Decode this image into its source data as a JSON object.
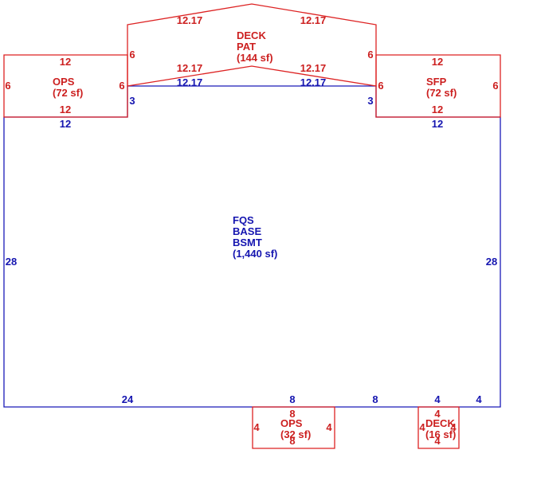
{
  "colors": {
    "main_structure": "#1a1ab8",
    "additions": "#dd2222"
  },
  "main_area": {
    "code": "FQS",
    "line2": "BASE",
    "line3": "BSMT",
    "area": "(1,440 sf)"
  },
  "deck_pat": {
    "line1": "DECK",
    "line2": "PAT",
    "area": "(144 sf)"
  },
  "ops_left": {
    "line1": "OPS",
    "area": "(72 sf)"
  },
  "sfp_right": {
    "line1": "SFP",
    "area": "(72 sf)"
  },
  "ops_bottom": {
    "line1": "OPS",
    "area": "(32 sf)"
  },
  "deck_small": {
    "line1": "DECK",
    "area": "(16 sf)"
  },
  "dims": {
    "deck_top_left": "12.17",
    "deck_top_right": "12.17",
    "deck_left_side": "6",
    "deck_right_side": "6",
    "deck_bottom_left_red": "12.17",
    "deck_bottom_right_red": "12.17",
    "deck_bottom_left_blue": "12.17",
    "deck_bottom_right_blue": "12.17",
    "ops_left_top": "12",
    "ops_left_left": "6",
    "ops_left_right": "6",
    "ops_left_bottom": "12",
    "sfp_top": "12",
    "sfp_left": "6",
    "sfp_right": "6",
    "sfp_bottom": "12",
    "main_left_top": "12",
    "main_left_notch": "3",
    "main_right_notch": "3",
    "main_right_top": "12",
    "main_left_side": "28",
    "main_right_side": "28",
    "main_bottom_24": "24",
    "main_bottom_8a": "8",
    "main_bottom_8b": "8",
    "main_bottom_4a": "4",
    "main_bottom_4b": "4",
    "ops_bottom_top": "8",
    "ops_bottom_left": "4",
    "ops_bottom_right": "4",
    "ops_bottom_bottom": "8",
    "deck_small_top": "4",
    "deck_small_left": "4",
    "deck_small_right": "4",
    "deck_small_bottom": "4"
  }
}
